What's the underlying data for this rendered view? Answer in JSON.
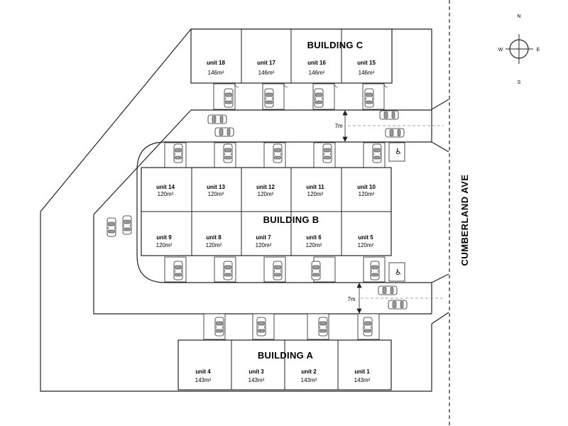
{
  "street": "CUMBERLAND AVE",
  "compass": {
    "n": "N",
    "s": "S",
    "e": "E",
    "w": "W"
  },
  "dimensions": {
    "upper_drive": "7m",
    "lower_drive": "7m"
  },
  "accessible_symbol": "♿",
  "buildings": {
    "c": {
      "label": "BUILDING C",
      "units": [
        {
          "name": "unit 18",
          "area": "146m²"
        },
        {
          "name": "unit 17",
          "area": "146m²"
        },
        {
          "name": "unit 16",
          "area": "146m²"
        },
        {
          "name": "unit 15",
          "area": "146m²"
        }
      ]
    },
    "b": {
      "label": "BUILDING B",
      "top_units": [
        {
          "name": "unit 14",
          "area": "120m²"
        },
        {
          "name": "unit 13",
          "area": "120m²"
        },
        {
          "name": "unit 12",
          "area": "120m²"
        },
        {
          "name": "unit 11",
          "area": "120m²"
        },
        {
          "name": "unit 10",
          "area": "120m²"
        }
      ],
      "bottom_units": [
        {
          "name": "unit 9",
          "area": "120m²"
        },
        {
          "name": "unit 8",
          "area": "120m²"
        },
        {
          "name": "unit 7",
          "area": "120m²"
        },
        {
          "name": "unit 6",
          "area": "120m²"
        },
        {
          "name": "unit 5",
          "area": "120m²"
        }
      ]
    },
    "a": {
      "label": "BUILDING A",
      "units": [
        {
          "name": "unit 4",
          "area": "143m²"
        },
        {
          "name": "unit 3",
          "area": "143m²"
        },
        {
          "name": "unit 2",
          "area": "143m²"
        },
        {
          "name": "unit 1",
          "area": "143m²"
        }
      ]
    }
  }
}
